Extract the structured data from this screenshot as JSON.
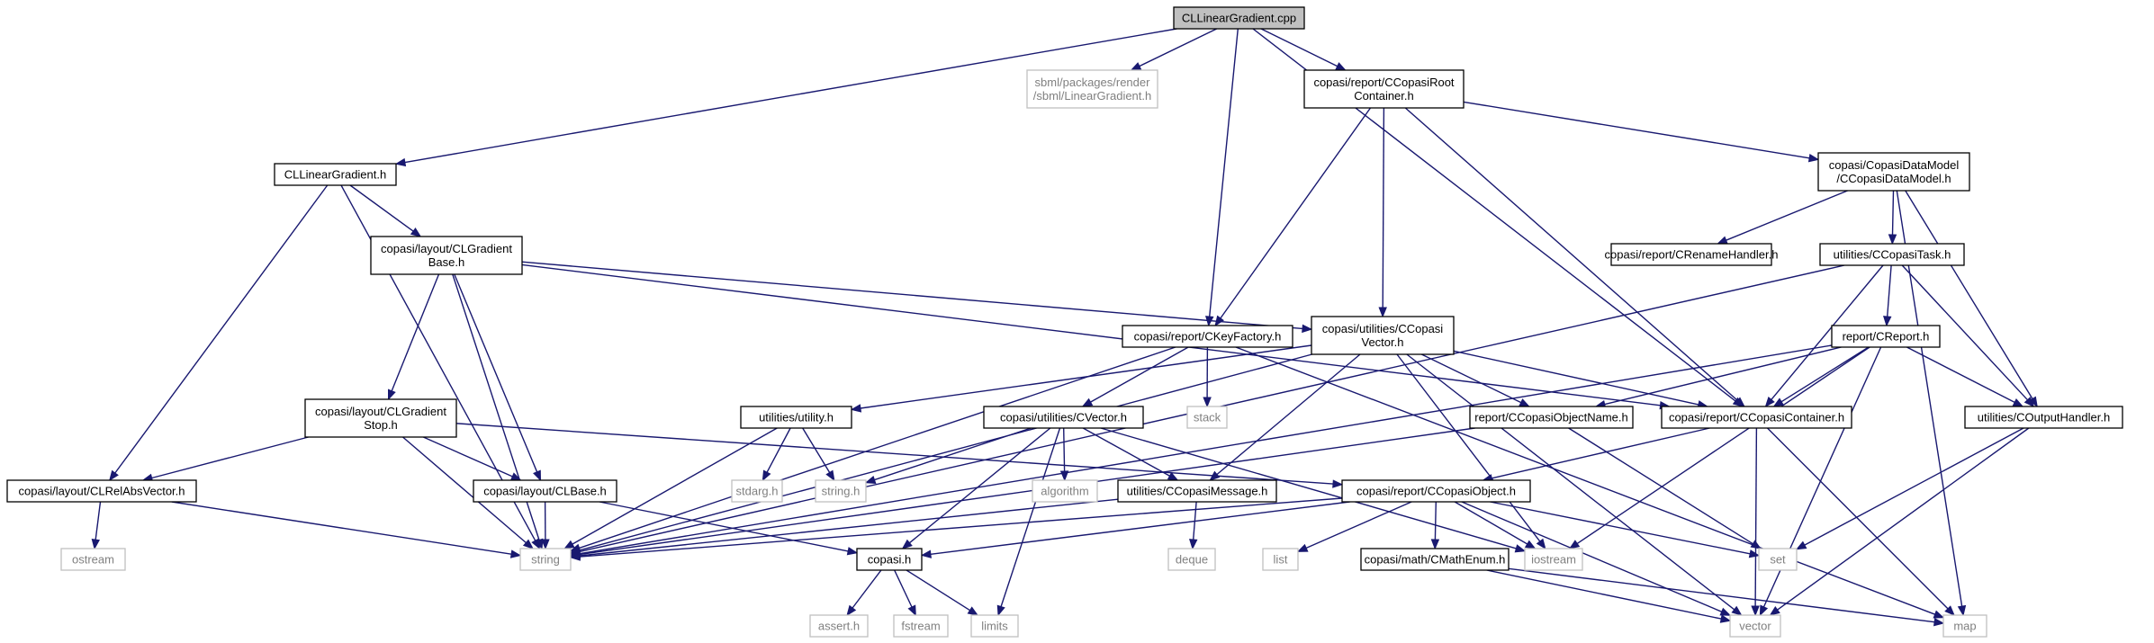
{
  "diagram": {
    "root": "CLLinearGradient.cpp",
    "colors": {
      "edge": "#191970",
      "node_border": "#000000",
      "external_border": "#c0c0c0",
      "external_text": "#808080",
      "root_fill": "#c0c0c0"
    },
    "nodes": [
      {
        "id": "root",
        "lines": [
          "CLLinearGradient.cpp"
        ],
        "kind": "root"
      },
      {
        "id": "sbml_lg",
        "lines": [
          "sbml/packages/render",
          "/sbml/LinearGradient.h"
        ],
        "kind": "ext"
      },
      {
        "id": "rootcontainer",
        "lines": [
          "copasi/report/CCopasiRoot",
          "Container.h"
        ],
        "kind": "int"
      },
      {
        "id": "cl_lg_h",
        "lines": [
          "CLLinearGradient.h"
        ],
        "kind": "int"
      },
      {
        "id": "datamodel",
        "lines": [
          "copasi/CopasiDataModel",
          "/CCopasiDataModel.h"
        ],
        "kind": "int"
      },
      {
        "id": "gradbase",
        "lines": [
          "copasi/layout/CLGradient",
          "Base.h"
        ],
        "kind": "int"
      },
      {
        "id": "renamehandler",
        "lines": [
          "copasi/report/CRenameHandler.h"
        ],
        "kind": "int"
      },
      {
        "id": "task",
        "lines": [
          "utilities/CCopasiTask.h"
        ],
        "kind": "int"
      },
      {
        "id": "keyfactory",
        "lines": [
          "copasi/report/CKeyFactory.h"
        ],
        "kind": "int"
      },
      {
        "id": "copasivector",
        "lines": [
          "copasi/utilities/CCopasi",
          "Vector.h"
        ],
        "kind": "int"
      },
      {
        "id": "creport",
        "lines": [
          "report/CReport.h"
        ],
        "kind": "int"
      },
      {
        "id": "utility",
        "lines": [
          "utilities/utility.h"
        ],
        "kind": "int"
      },
      {
        "id": "cvector",
        "lines": [
          "copasi/utilities/CVector.h"
        ],
        "kind": "int"
      },
      {
        "id": "stack",
        "lines": [
          "stack"
        ],
        "kind": "ext"
      },
      {
        "id": "objectname",
        "lines": [
          "report/CCopasiObjectName.h"
        ],
        "kind": "int"
      },
      {
        "id": "container",
        "lines": [
          "copasi/report/CCopasiContainer.h"
        ],
        "kind": "int"
      },
      {
        "id": "outputhandler",
        "lines": [
          "utilities/COutputHandler.h"
        ],
        "kind": "int"
      },
      {
        "id": "gradstop",
        "lines": [
          "copasi/layout/CLGradient",
          "Stop.h"
        ],
        "kind": "int"
      },
      {
        "id": "relabs",
        "lines": [
          "copasi/layout/CLRelAbsVector.h"
        ],
        "kind": "int"
      },
      {
        "id": "clbase",
        "lines": [
          "copasi/layout/CLBase.h"
        ],
        "kind": "int"
      },
      {
        "id": "stdarg",
        "lines": [
          "stdarg.h"
        ],
        "kind": "ext"
      },
      {
        "id": "string_h",
        "lines": [
          "string.h"
        ],
        "kind": "ext"
      },
      {
        "id": "algorithm",
        "lines": [
          "algorithm"
        ],
        "kind": "ext"
      },
      {
        "id": "message",
        "lines": [
          "utilities/CCopasiMessage.h"
        ],
        "kind": "int"
      },
      {
        "id": "object",
        "lines": [
          "copasi/report/CCopasiObject.h"
        ],
        "kind": "int"
      },
      {
        "id": "ostream",
        "lines": [
          "ostream"
        ],
        "kind": "ext"
      },
      {
        "id": "string",
        "lines": [
          "string"
        ],
        "kind": "ext"
      },
      {
        "id": "copasi_h",
        "lines": [
          "copasi.h"
        ],
        "kind": "int"
      },
      {
        "id": "deque",
        "lines": [
          "deque"
        ],
        "kind": "ext"
      },
      {
        "id": "list",
        "lines": [
          "list"
        ],
        "kind": "ext"
      },
      {
        "id": "mathenum",
        "lines": [
          "copasi/math/CMathEnum.h"
        ],
        "kind": "int"
      },
      {
        "id": "iostream",
        "lines": [
          "iostream"
        ],
        "kind": "ext"
      },
      {
        "id": "set",
        "lines": [
          "set"
        ],
        "kind": "ext"
      },
      {
        "id": "assert",
        "lines": [
          "assert.h"
        ],
        "kind": "ext"
      },
      {
        "id": "fstream",
        "lines": [
          "fstream"
        ],
        "kind": "ext"
      },
      {
        "id": "limits",
        "lines": [
          "limits"
        ],
        "kind": "ext"
      },
      {
        "id": "vector",
        "lines": [
          "vector"
        ],
        "kind": "ext"
      },
      {
        "id": "map",
        "lines": [
          "map"
        ],
        "kind": "ext"
      }
    ],
    "edges": [
      [
        "root",
        "sbml_lg"
      ],
      [
        "root",
        "rootcontainer"
      ],
      [
        "root",
        "cl_lg_h"
      ],
      [
        "root",
        "keyfactory"
      ],
      [
        "root",
        "container"
      ],
      [
        "rootcontainer",
        "datamodel"
      ],
      [
        "rootcontainer",
        "keyfactory"
      ],
      [
        "rootcontainer",
        "copasivector"
      ],
      [
        "rootcontainer",
        "container"
      ],
      [
        "cl_lg_h",
        "gradbase"
      ],
      [
        "cl_lg_h",
        "relabs"
      ],
      [
        "cl_lg_h",
        "string"
      ],
      [
        "datamodel",
        "renamehandler"
      ],
      [
        "datamodel",
        "task"
      ],
      [
        "datamodel",
        "outputhandler"
      ],
      [
        "datamodel",
        "map"
      ],
      [
        "gradbase",
        "copasivector"
      ],
      [
        "gradbase",
        "container"
      ],
      [
        "gradbase",
        "gradstop"
      ],
      [
        "gradbase",
        "clbase"
      ],
      [
        "gradbase",
        "string"
      ],
      [
        "task",
        "creport"
      ],
      [
        "task",
        "container"
      ],
      [
        "task",
        "outputhandler"
      ],
      [
        "task",
        "string"
      ],
      [
        "keyfactory",
        "cvector"
      ],
      [
        "keyfactory",
        "stack"
      ],
      [
        "keyfactory",
        "string"
      ],
      [
        "keyfactory",
        "map"
      ],
      [
        "copasivector",
        "utility"
      ],
      [
        "copasivector",
        "objectname"
      ],
      [
        "copasivector",
        "container"
      ],
      [
        "copasivector",
        "message"
      ],
      [
        "copasivector",
        "iostream"
      ],
      [
        "copasivector",
        "vector"
      ],
      [
        "copasivector",
        "string"
      ],
      [
        "creport",
        "objectname"
      ],
      [
        "creport",
        "container"
      ],
      [
        "creport",
        "outputhandler"
      ],
      [
        "creport",
        "iostream"
      ],
      [
        "creport",
        "vector"
      ],
      [
        "creport",
        "string"
      ],
      [
        "utility",
        "stdarg"
      ],
      [
        "utility",
        "string_h"
      ],
      [
        "utility",
        "string"
      ],
      [
        "cvector",
        "string_h"
      ],
      [
        "cvector",
        "algorithm"
      ],
      [
        "cvector",
        "message"
      ],
      [
        "cvector",
        "copasi_h"
      ],
      [
        "cvector",
        "limits"
      ],
      [
        "cvector",
        "iostream"
      ],
      [
        "objectname",
        "string"
      ],
      [
        "objectname",
        "set"
      ],
      [
        "container",
        "object"
      ],
      [
        "container",
        "vector"
      ],
      [
        "container",
        "map"
      ],
      [
        "outputhandler",
        "set"
      ],
      [
        "outputhandler",
        "vector"
      ],
      [
        "gradstop",
        "relabs"
      ],
      [
        "gradstop",
        "clbase"
      ],
      [
        "gradstop",
        "object"
      ],
      [
        "gradstop",
        "string"
      ],
      [
        "relabs",
        "ostream"
      ],
      [
        "relabs",
        "string"
      ],
      [
        "clbase",
        "string"
      ],
      [
        "clbase",
        "copasi_h"
      ],
      [
        "message",
        "deque"
      ],
      [
        "message",
        "string"
      ],
      [
        "object",
        "list"
      ],
      [
        "object",
        "mathenum"
      ],
      [
        "object",
        "iostream"
      ],
      [
        "object",
        "set"
      ],
      [
        "object",
        "vector"
      ],
      [
        "object",
        "copasi_h"
      ],
      [
        "object",
        "string"
      ],
      [
        "copasi_h",
        "assert"
      ],
      [
        "copasi_h",
        "fstream"
      ],
      [
        "copasi_h",
        "limits"
      ],
      [
        "mathenum",
        "vector"
      ],
      [
        "mathenum",
        "map"
      ]
    ]
  }
}
